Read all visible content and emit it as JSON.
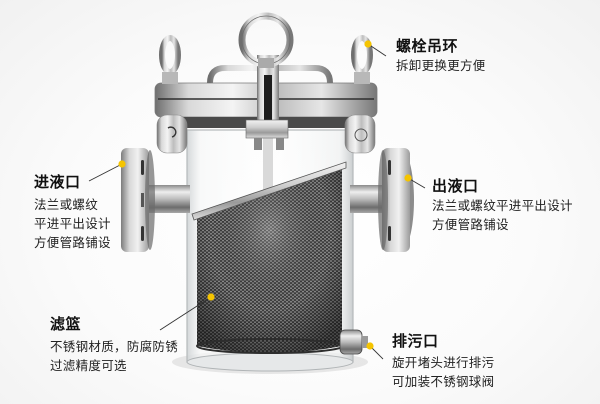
{
  "colors": {
    "accent_dot": "#f5c400",
    "leader_line": "#333333",
    "text": "#111111",
    "steel_light": "#e8e8e8",
    "steel_dark": "#5a5a5a"
  },
  "product": {
    "name": "basket-strainer-filter"
  },
  "callouts": [
    {
      "id": "bolt-ring",
      "title": "螺栓吊环",
      "lines": [
        "拆卸更换更方便"
      ]
    },
    {
      "id": "inlet",
      "title": "进液口",
      "lines": [
        "法兰或螺纹",
        "平进平出设计",
        "方便管路铺设"
      ]
    },
    {
      "id": "outlet",
      "title": "出液口",
      "lines": [
        "法兰或螺纹平进平出设计",
        "方便管路铺设"
      ]
    },
    {
      "id": "basket",
      "title": "滤篮",
      "lines": [
        "不锈钢材质，防腐防锈",
        "过滤精度可选"
      ]
    },
    {
      "id": "drain",
      "title": "排污口",
      "lines": [
        "旋开堵头进行排污",
        "可加装不锈钢球阀"
      ]
    }
  ]
}
